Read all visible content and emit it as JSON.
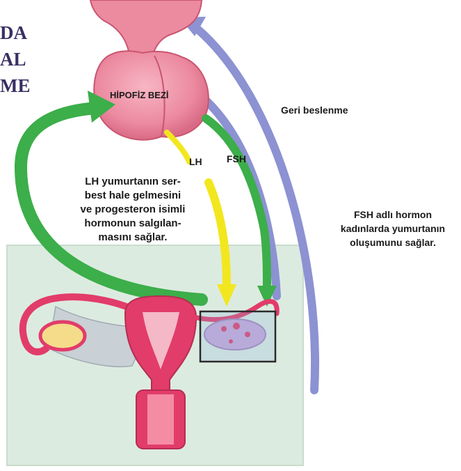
{
  "title_fragments": [
    "DA",
    "AL",
    "ME"
  ],
  "labels": {
    "gland": "HİPOFİZ BEZİ",
    "feedback": "Geri beslenme",
    "lh": "LH",
    "fsh": "FSH",
    "lh_desc": [
      "LH yumurtanın ser-",
      "best hale gelmesini",
      "ve progesteron isimli",
      "hormonun salgılan-",
      "masını sağlar."
    ],
    "fsh_desc": [
      "FSH adlı hormon",
      "kadınlarda yumurtanın",
      "oluşumunu sağlar."
    ]
  },
  "colors": {
    "gland": "#ec8aa0",
    "green_arrow": "#3cae4a",
    "blue_arrow": "#8c92d2",
    "yellow_arrow": "#f2e71e",
    "panel": "#dcebe0",
    "organ": "#e23c6a"
  }
}
